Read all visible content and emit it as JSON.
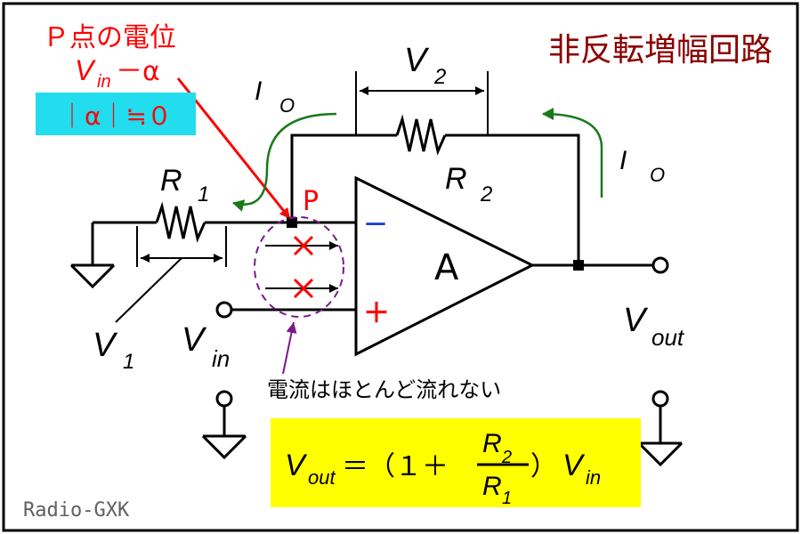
{
  "title": "非反転増幅回路",
  "p_annotation": {
    "line1": "Ｐ点の電位",
    "v": "V",
    "sub": "in",
    "minus_alpha": "－α"
  },
  "alpha_box": "｜α｜≒０",
  "labels": {
    "V1": "V",
    "V1_sub": "1",
    "V2": "V",
    "V2_sub": "2",
    "R1": "R",
    "R1_sub": "1",
    "R2": "R",
    "R2_sub": "2",
    "Io": "I",
    "Io_sub": "O",
    "P": "P",
    "A": "A",
    "minus": "－",
    "plus": "＋",
    "Vin": "V",
    "Vin_sub": "in",
    "Vout": "V",
    "Vout_sub": "out"
  },
  "note": "電流はほとんど流れない",
  "formula": {
    "lhs": "V",
    "lhs_sub": "out",
    "eq": "＝（１＋",
    "num": "R",
    "num_sub": "2",
    "den": "R",
    "den_sub": "1",
    "close": "）",
    "rhs": "V",
    "rhs_sub": "in"
  },
  "watermark": "Radio-GXK",
  "colors": {
    "title": "#8b0000",
    "red": "#ff0000",
    "cyan": "#22ddee",
    "yellow": "#ffff00",
    "green": "#1a7a1a",
    "purple": "#7a1a8a",
    "blue": "#1a3fd8",
    "frame": "#000000"
  }
}
